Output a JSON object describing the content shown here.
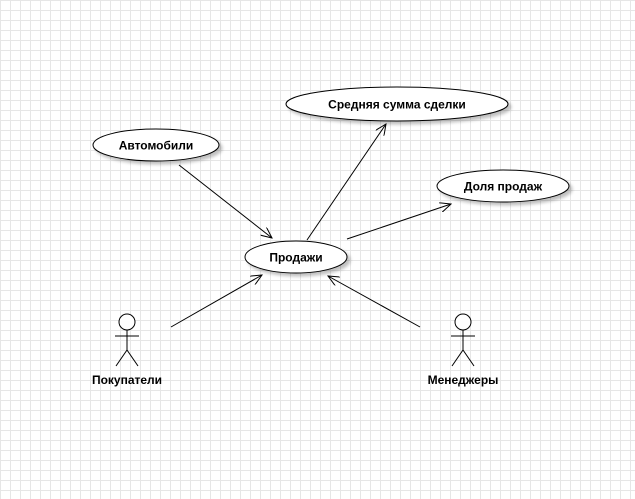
{
  "diagram": {
    "use_cases": {
      "cars": "Автомобили",
      "avg_deal": "Средняя сумма сделки",
      "sales_share": "Доля продаж",
      "sales": "Продажи"
    },
    "actors": {
      "buyers": "Покупатели",
      "managers": "Менеджеры"
    }
  }
}
